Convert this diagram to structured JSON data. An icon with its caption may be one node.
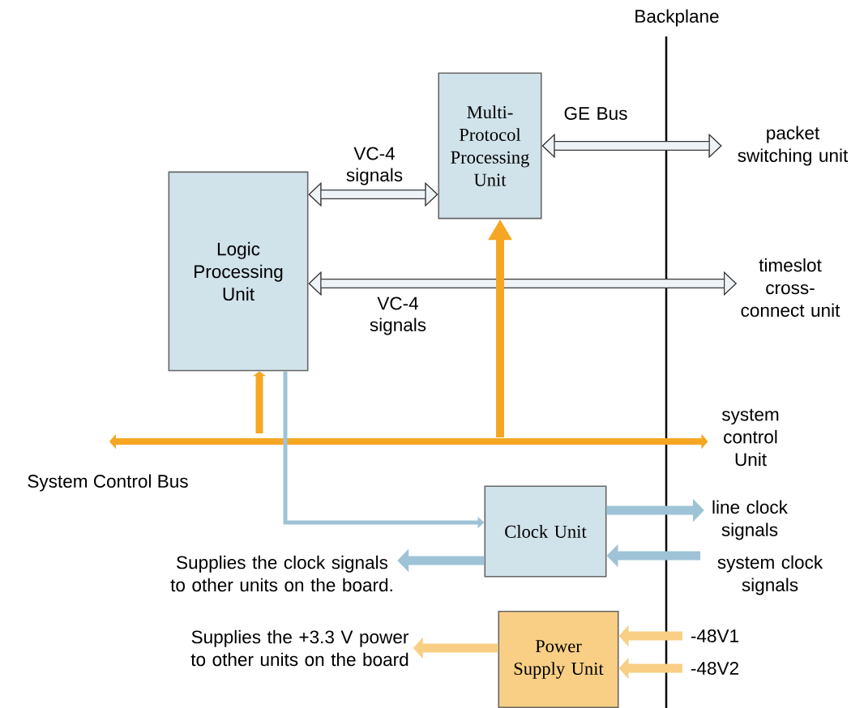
{
  "diagram": {
    "nodes": [
      {
        "text": [
          "Logic Processing Unit"
        ]
      },
      {
        "text": [
          "Multi-Protocol Processing Unit"
        ]
      },
      {
        "text": [
          "Clock Unit"
        ]
      },
      {
        "text": [
          "Power Supply Unit"
        ]
      },
      {
        "text": [
          "packet switching unit"
        ]
      },
      {
        "text": [
          "timeslot cross-connect unit"
        ]
      },
      {
        "text": [
          "system control Unit"
        ]
      },
      {
        "text": [
          "line clock signals"
        ]
      },
      {
        "text": [
          "system clock signals"
        ]
      },
      {
        "text": [
          "Supplies the clock signals to other units on the board."
        ]
      },
      {
        "text": [
          "Supplies the +3.3 V power to other units on the board"
        ]
      },
      {
        "text": [
          "-48V1"
        ]
      },
      {
        "text": [
          "-48V2"
        ]
      }
    ],
    "edges": [
      {
        "from": 0,
        "to": 1,
        "arrow": "both",
        "label": "VC-4 signals",
        "color": "#383838"
      },
      {
        "from": 1,
        "to": 4,
        "arrow": "both",
        "label": "GE Bus",
        "color": "#383838"
      },
      {
        "from": 0,
        "to": 5,
        "arrow": "both",
        "label": "VC-4 signals",
        "color": "#383838"
      },
      {
        "from": null,
        "to": 6,
        "arrow": "both",
        "color": "#f5a623"
      },
      {
        "from": null,
        "to": 0,
        "arrow": "to",
        "color": "#f5a623"
      },
      {
        "from": null,
        "to": 1,
        "arrow": "to",
        "color": "#f5a623"
      },
      {
        "from": 0,
        "to": 2,
        "arrow": "to",
        "color": "#9ec3d6"
      },
      {
        "from": 2,
        "to": 7,
        "arrow": "to",
        "color": "#9ec3d6"
      },
      {
        "from": 8,
        "to": 2,
        "arrow": "to",
        "color": "#9ec3d6"
      },
      {
        "from": 2,
        "to": 9,
        "arrow": "to",
        "color": "#9ec3d6"
      },
      {
        "from": 11,
        "to": 3,
        "arrow": "to",
        "color": "#f8cf85"
      },
      {
        "from": 12,
        "to": 3,
        "arrow": "to",
        "color": "#f8cf85"
      },
      {
        "from": 3,
        "to": 10,
        "arrow": "to",
        "color": "#f8cf85"
      }
    ],
    "labels": [
      "Backplane",
      "System Control Bus"
    ]
  }
}
